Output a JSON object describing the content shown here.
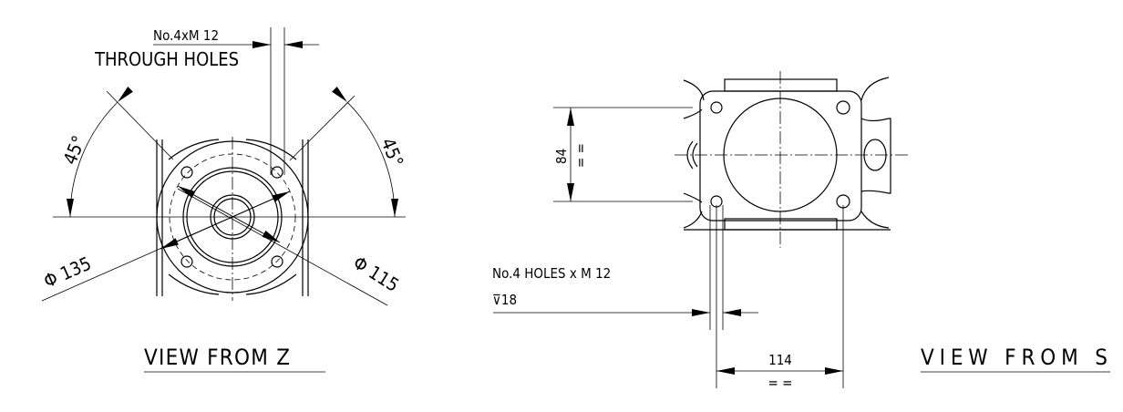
{
  "view_z": {
    "title": "VIEW FROM Z",
    "holes_label": "No.4xM 12",
    "holes_note": "THROUGH HOLES",
    "angle_left": "45°",
    "angle_right": "45°",
    "dia_outer": "Φ 135",
    "dia_inner": "Φ 115"
  },
  "view_s": {
    "title": "VIEW FROM S",
    "holes_label": "No.4 HOLES x M 12",
    "depth_label": "⊽18",
    "dim_vertical": "84",
    "dim_horizontal": "114",
    "equal_mark": "= ="
  }
}
